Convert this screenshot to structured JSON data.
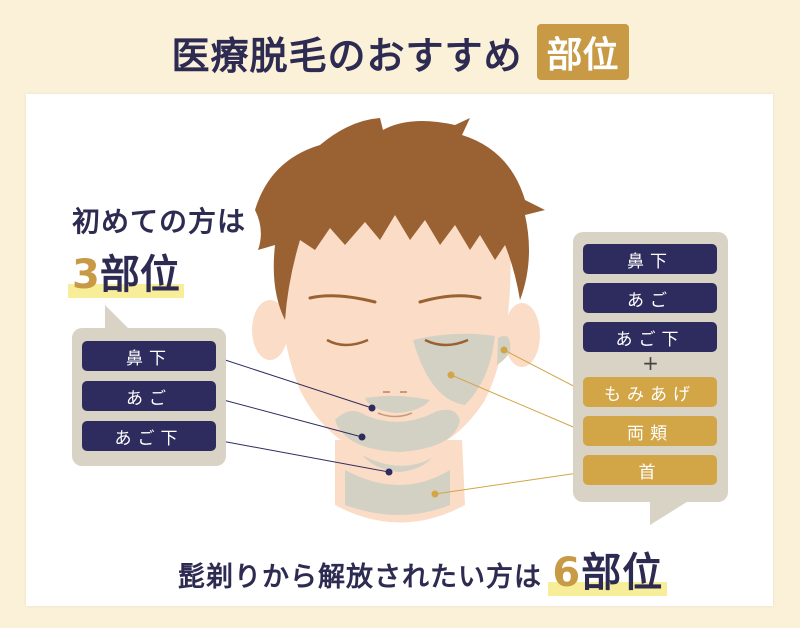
{
  "title": {
    "main": "医療脱毛のおすすめ",
    "badge": "部位"
  },
  "lead": {
    "line1": "初めての方は",
    "count": "3",
    "unit": "部位"
  },
  "left_list": [
    {
      "label": "鼻下"
    },
    {
      "label": "あご"
    },
    {
      "label": "あご下"
    }
  ],
  "right_list": {
    "base": [
      {
        "label": "鼻下"
      },
      {
        "label": "あご"
      },
      {
        "label": "あご下"
      }
    ],
    "plus": "+",
    "extra": [
      {
        "label": "もみあげ"
      },
      {
        "label": "両頬"
      },
      {
        "label": "首"
      }
    ]
  },
  "bottom": {
    "text": "髭剃りから解放されたい方は",
    "count": "6",
    "unit": "部位"
  },
  "colors": {
    "navy": "#2e2b5e",
    "gold": "#d2a546",
    "background": "#fbf1d8",
    "highlight": "#f8ee9a",
    "hair": "#9a6132",
    "skin": "#fbdcc6",
    "zone": "#d3d1c4"
  }
}
